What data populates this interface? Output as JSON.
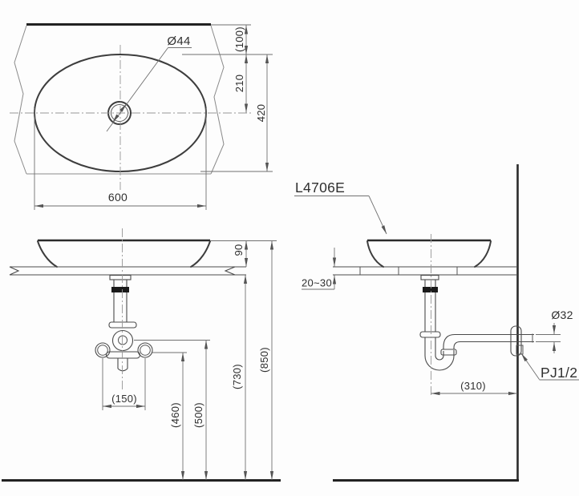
{
  "colors": {
    "background": "#ffffff",
    "line": "#3d3d3d",
    "heavy_line": "#222222",
    "dimension_line": "#707070",
    "text": "#2f2f2f"
  },
  "plan_view": {
    "hole_diameter": "Ø44",
    "hole_to_edge": "(100)",
    "hole_to_center": "210",
    "basin_depth": "420",
    "basin_width": "600"
  },
  "front_view": {
    "basin_height": "90",
    "supply_spacing": "(150)",
    "supply_height": "(460)",
    "trap_height": "(500)",
    "counter_height": "(730)",
    "rim_height": "(850)"
  },
  "side_view": {
    "model": "L4706E",
    "counter_thickness": "20~30",
    "outlet_pipe_diameter": "Ø32",
    "joint_type": "PJ1/2",
    "trap_to_wall": "(310)"
  }
}
